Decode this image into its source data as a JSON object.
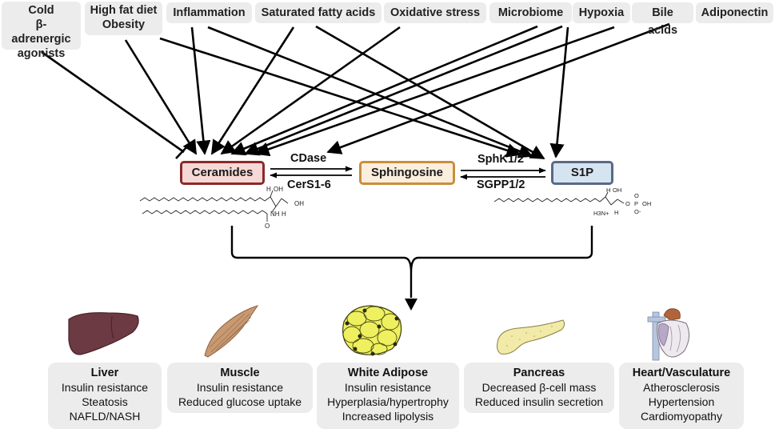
{
  "factors": [
    {
      "id": "cold",
      "label": "Cold\nβ-adrenergic\nagonists"
    },
    {
      "id": "hfd",
      "label": "High fat diet\nObesity"
    },
    {
      "id": "inflammation",
      "label": "Inflammation"
    },
    {
      "id": "sfa",
      "label": "Saturated fatty acids"
    },
    {
      "id": "oxidative",
      "label": "Oxidative stress"
    },
    {
      "id": "microbiome",
      "label": "Microbiome"
    },
    {
      "id": "hypoxia",
      "label": "Hypoxia"
    },
    {
      "id": "bile",
      "label": "Bile acids"
    },
    {
      "id": "adiponectin",
      "label": "Adiponectin"
    }
  ],
  "nodes": {
    "ceramides": "Ceramides",
    "sphingosine": "Sphingosine",
    "s1p": "S1P"
  },
  "enzymes": {
    "cdase": "CDase",
    "cers": "CerS1-6",
    "sphk": "SphK1/2",
    "sgpp": "SGPP1/2"
  },
  "structures": {
    "ceramide_labels": [
      "H",
      "OH",
      "OH",
      "NH",
      "H",
      "O"
    ],
    "s1p_labels": [
      "H",
      "OH",
      "H3N+",
      "H",
      "O",
      "P",
      "O",
      "O-",
      "OH"
    ]
  },
  "edges": [
    {
      "from": "cold",
      "to": "ceramides",
      "type": "inhibit"
    },
    {
      "from": "hfd",
      "to": "ceramides",
      "type": "activate"
    },
    {
      "from": "hfd",
      "to": "s1p",
      "type": "activate"
    },
    {
      "from": "inflammation",
      "to": "ceramides",
      "type": "activate"
    },
    {
      "from": "inflammation",
      "to": "s1p",
      "type": "activate"
    },
    {
      "from": "sfa",
      "to": "ceramides",
      "type": "activate"
    },
    {
      "from": "sfa",
      "to": "s1p",
      "type": "activate"
    },
    {
      "from": "oxidative",
      "to": "ceramides",
      "type": "activate"
    },
    {
      "from": "microbiome",
      "to": "ceramides",
      "type": "activate"
    },
    {
      "from": "hypoxia",
      "to": "ceramides",
      "type": "activate"
    },
    {
      "from": "hypoxia",
      "to": "s1p",
      "type": "activate"
    },
    {
      "from": "bile",
      "to": "ceramides",
      "type": "activate"
    },
    {
      "from": "adiponectin",
      "to": "cdase",
      "type": "activate"
    }
  ],
  "organs": [
    {
      "id": "liver",
      "icon": "liver-icon",
      "title": "Liver",
      "effects": [
        "Insulin resistance",
        "Steatosis",
        "NAFLD/NASH"
      ]
    },
    {
      "id": "muscle",
      "icon": "muscle-icon",
      "title": "Muscle",
      "effects": [
        "Insulin resistance",
        "Reduced glucose uptake"
      ]
    },
    {
      "id": "adipose",
      "icon": "adipose-icon",
      "title": "White Adipose",
      "effects": [
        "Insulin resistance",
        "Hyperplasia/hypertrophy",
        "Increased lipolysis"
      ]
    },
    {
      "id": "pancreas",
      "icon": "pancreas-icon",
      "title": "Pancreas",
      "effects": [
        "Decreased β-cell mass",
        "Reduced insulin secretion"
      ]
    },
    {
      "id": "heart",
      "icon": "heart-icon",
      "title": "Heart/Vasculature",
      "effects": [
        "Atherosclerosis",
        "Hypertension",
        "Cardiomyopathy"
      ]
    }
  ],
  "colors": {
    "ceramides_fill": "#f6d9d6",
    "ceramides_border": "#8b2a2a",
    "sphingosine_fill": "#fbeedd",
    "sphingosine_border": "#c98f3e",
    "s1p_fill": "#d6e3f1",
    "s1p_border": "#5a6a85",
    "factor_bg": "#ececec",
    "organ_bg": "#ececec"
  }
}
